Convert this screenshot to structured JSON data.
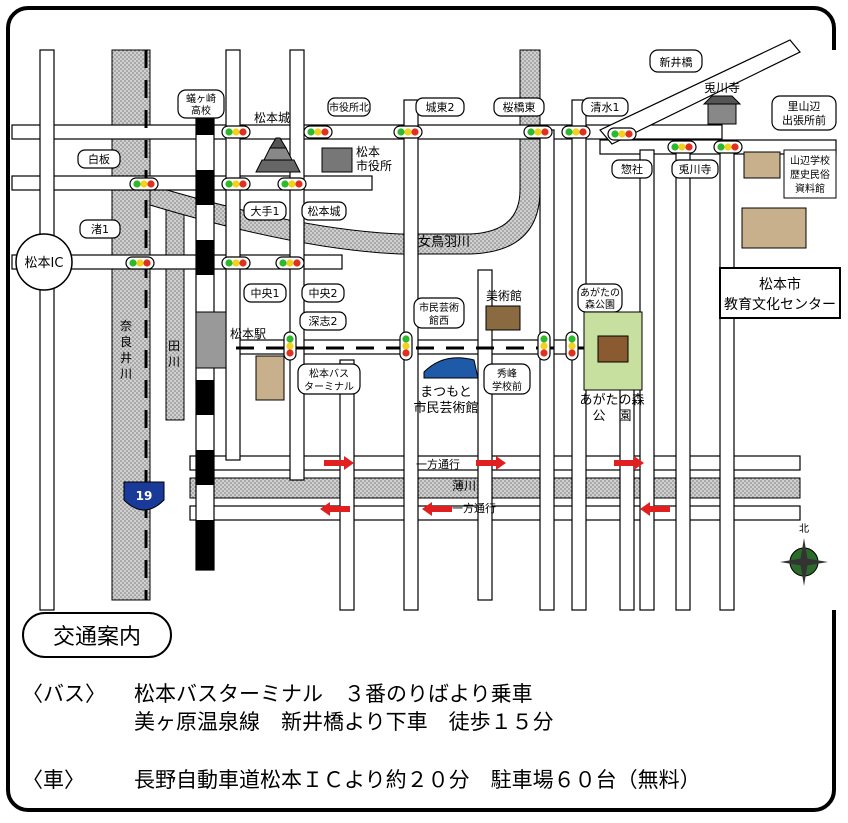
{
  "map": {
    "labels": {
      "nii_bashi": "新井橋",
      "usagawa_temple": "兎川寺",
      "satoyamabe": "里山辺\n出張所前",
      "kamozaki": "蟻ヶ崎\n高校",
      "matsumoto_castle": "松本城",
      "shiyakusho_kita": "市役所北",
      "joutou2": "城東2",
      "sakurabashi_higashi": "桜橋東",
      "shimizu1": "清水1",
      "sousha": "惣社",
      "usagawaji": "兎川寺",
      "yamabe_school": "山辺学校\n歴史民俗\n資料館",
      "shirakata": "白板",
      "city_hall": "松本\n市役所",
      "ote1": "大手1",
      "matsumotojo_signal": "松本城",
      "metoba_river": "女鳥羽川",
      "nagisa1": "渚1",
      "matsumoto_ic": "松本IC",
      "chuo1": "中央1",
      "chuo2": "中央2",
      "education_center": "松本市\n教育文化センター",
      "narai_river": "奈良井川",
      "ta_river": "田川",
      "matsumoto_station": "松本駅",
      "fukashi2": "深志2",
      "bus_terminal": "松本バス\nターミナル",
      "geijutsukan_nishi": "市民芸術\n館西",
      "museum": "美術館",
      "agatanomori_en": "あがたの\n森公園",
      "agatanomori_park": "あがたの森\n公　園",
      "shuho_school": "秀峰\n学校前",
      "geijutsukan": "まつもと\n市民芸術館",
      "oneway_upper": "一方通行",
      "usu_river": "薄川",
      "oneway_lower": "一方通行",
      "route_number": "19",
      "north": "北"
    }
  },
  "access": {
    "title": "交通案内",
    "bus_label": "〈バス〉",
    "bus_line1": "松本バスターミナル　３番のりばより乗車",
    "bus_line2": "美ヶ原温泉線　新井橋より下車　徒歩１５分",
    "car_label": "〈車〉",
    "car_line": "長野自動車道松本ＩＣより約２０分　駐車場６０台（無料）"
  },
  "colors": {
    "road": "#ffffff",
    "river": "#c8c8c8",
    "river_dot": "#8a8a8a",
    "signal_green": "#2db82d",
    "signal_yellow": "#f2d21a",
    "signal_red": "#e03020",
    "arrow": "#e02020",
    "park": "#c7e0a0",
    "building": "#c8b08c"
  }
}
